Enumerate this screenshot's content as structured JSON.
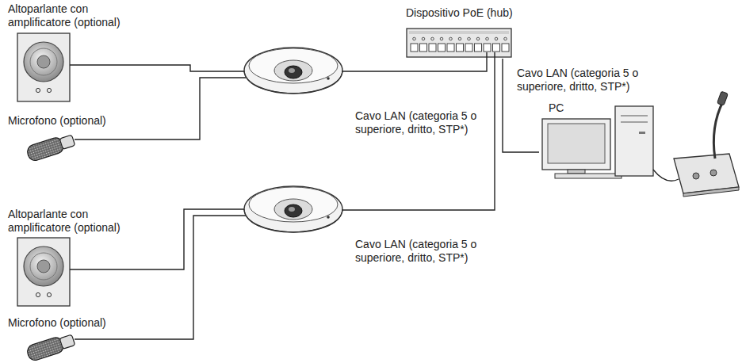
{
  "diagram": {
    "nodes": [
      {
        "text": [
          "Altoparlante con amplificatore (optional)"
        ]
      },
      {
        "text": [
          "Microfono (optional)"
        ]
      },
      {
        "text": [
          "Dispositivo PoE (hub)"
        ]
      },
      {
        "text": [
          "PC"
        ]
      },
      {
        "text": [
          "Altoparlante con amplificatore (optional)"
        ]
      },
      {
        "text": [
          "Microfono (optional)"
        ]
      }
    ],
    "edges": [
      {
        "from": 2,
        "to": 3,
        "arrow": "none",
        "label": "Cavo LAN (categoria 5 o superiore, dritto, STP*)"
      }
    ],
    "labels": [
      "Cavo LAN (categoria 5 o superiore, dritto, STP*)",
      "Cavo LAN (categoria 5 o superiore, dritto, STP*)"
    ]
  }
}
